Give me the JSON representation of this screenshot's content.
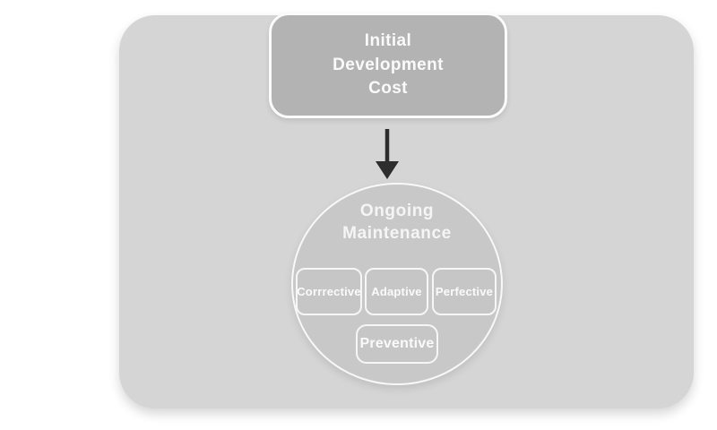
{
  "colors": {
    "background": "#ffffff",
    "panel_fill": "#d5d5d5",
    "top_node_fill": "#b3b3b3",
    "circle_fill": "#c8c8c8",
    "chip_fill": "#c6c6c6",
    "border": "#f8f8f8",
    "text": "#fafafa",
    "arrow": "#2d2d2d"
  },
  "diagram": {
    "top_node": {
      "label": "Initial\nDevelopment\nCost"
    },
    "circle_node": {
      "label": "Ongoing\nMaintenance"
    },
    "maintenance_types": [
      "Corrrective",
      "Adaptive",
      "Perfective",
      "Preventive"
    ]
  }
}
